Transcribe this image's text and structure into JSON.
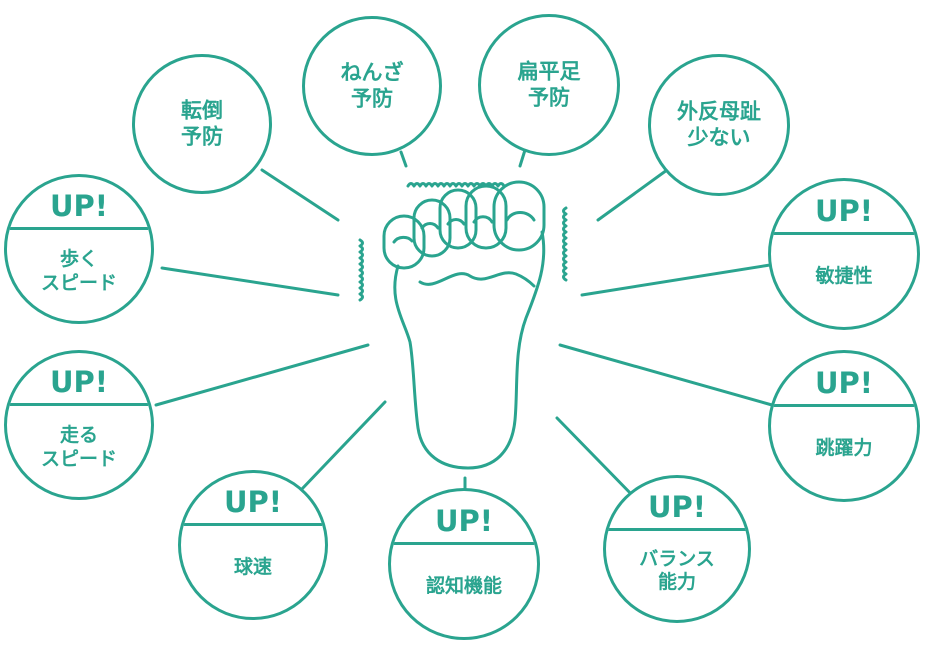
{
  "accent_color": "#2aa48f",
  "center": {
    "icon": "foot-sole-icon"
  },
  "bubbles": [
    {
      "id": "tentou",
      "style": "plain",
      "label": "転倒\n予防"
    },
    {
      "id": "nenza",
      "style": "plain",
      "label": "ねんざ\n予防"
    },
    {
      "id": "henpei",
      "style": "plain",
      "label": "扁平足\n予防"
    },
    {
      "id": "gaihan",
      "style": "plain",
      "label": "外反母趾\n少ない"
    },
    {
      "id": "aruku",
      "style": "up",
      "badge": "UP!",
      "label": "歩く\nスピード"
    },
    {
      "id": "binsho",
      "style": "up",
      "badge": "UP!",
      "label": "敏捷性"
    },
    {
      "id": "hashiru",
      "style": "up",
      "badge": "UP!",
      "label": "走る\nスピード"
    },
    {
      "id": "chouyaku",
      "style": "up",
      "badge": "UP!",
      "label": "跳躍力"
    },
    {
      "id": "kyusoku",
      "style": "up",
      "badge": "UP!",
      "label": "球速"
    },
    {
      "id": "ninchi",
      "style": "up",
      "badge": "UP!",
      "label": "認知機能"
    },
    {
      "id": "balance",
      "style": "up",
      "badge": "UP!",
      "label": "バランス\n能力"
    }
  ]
}
